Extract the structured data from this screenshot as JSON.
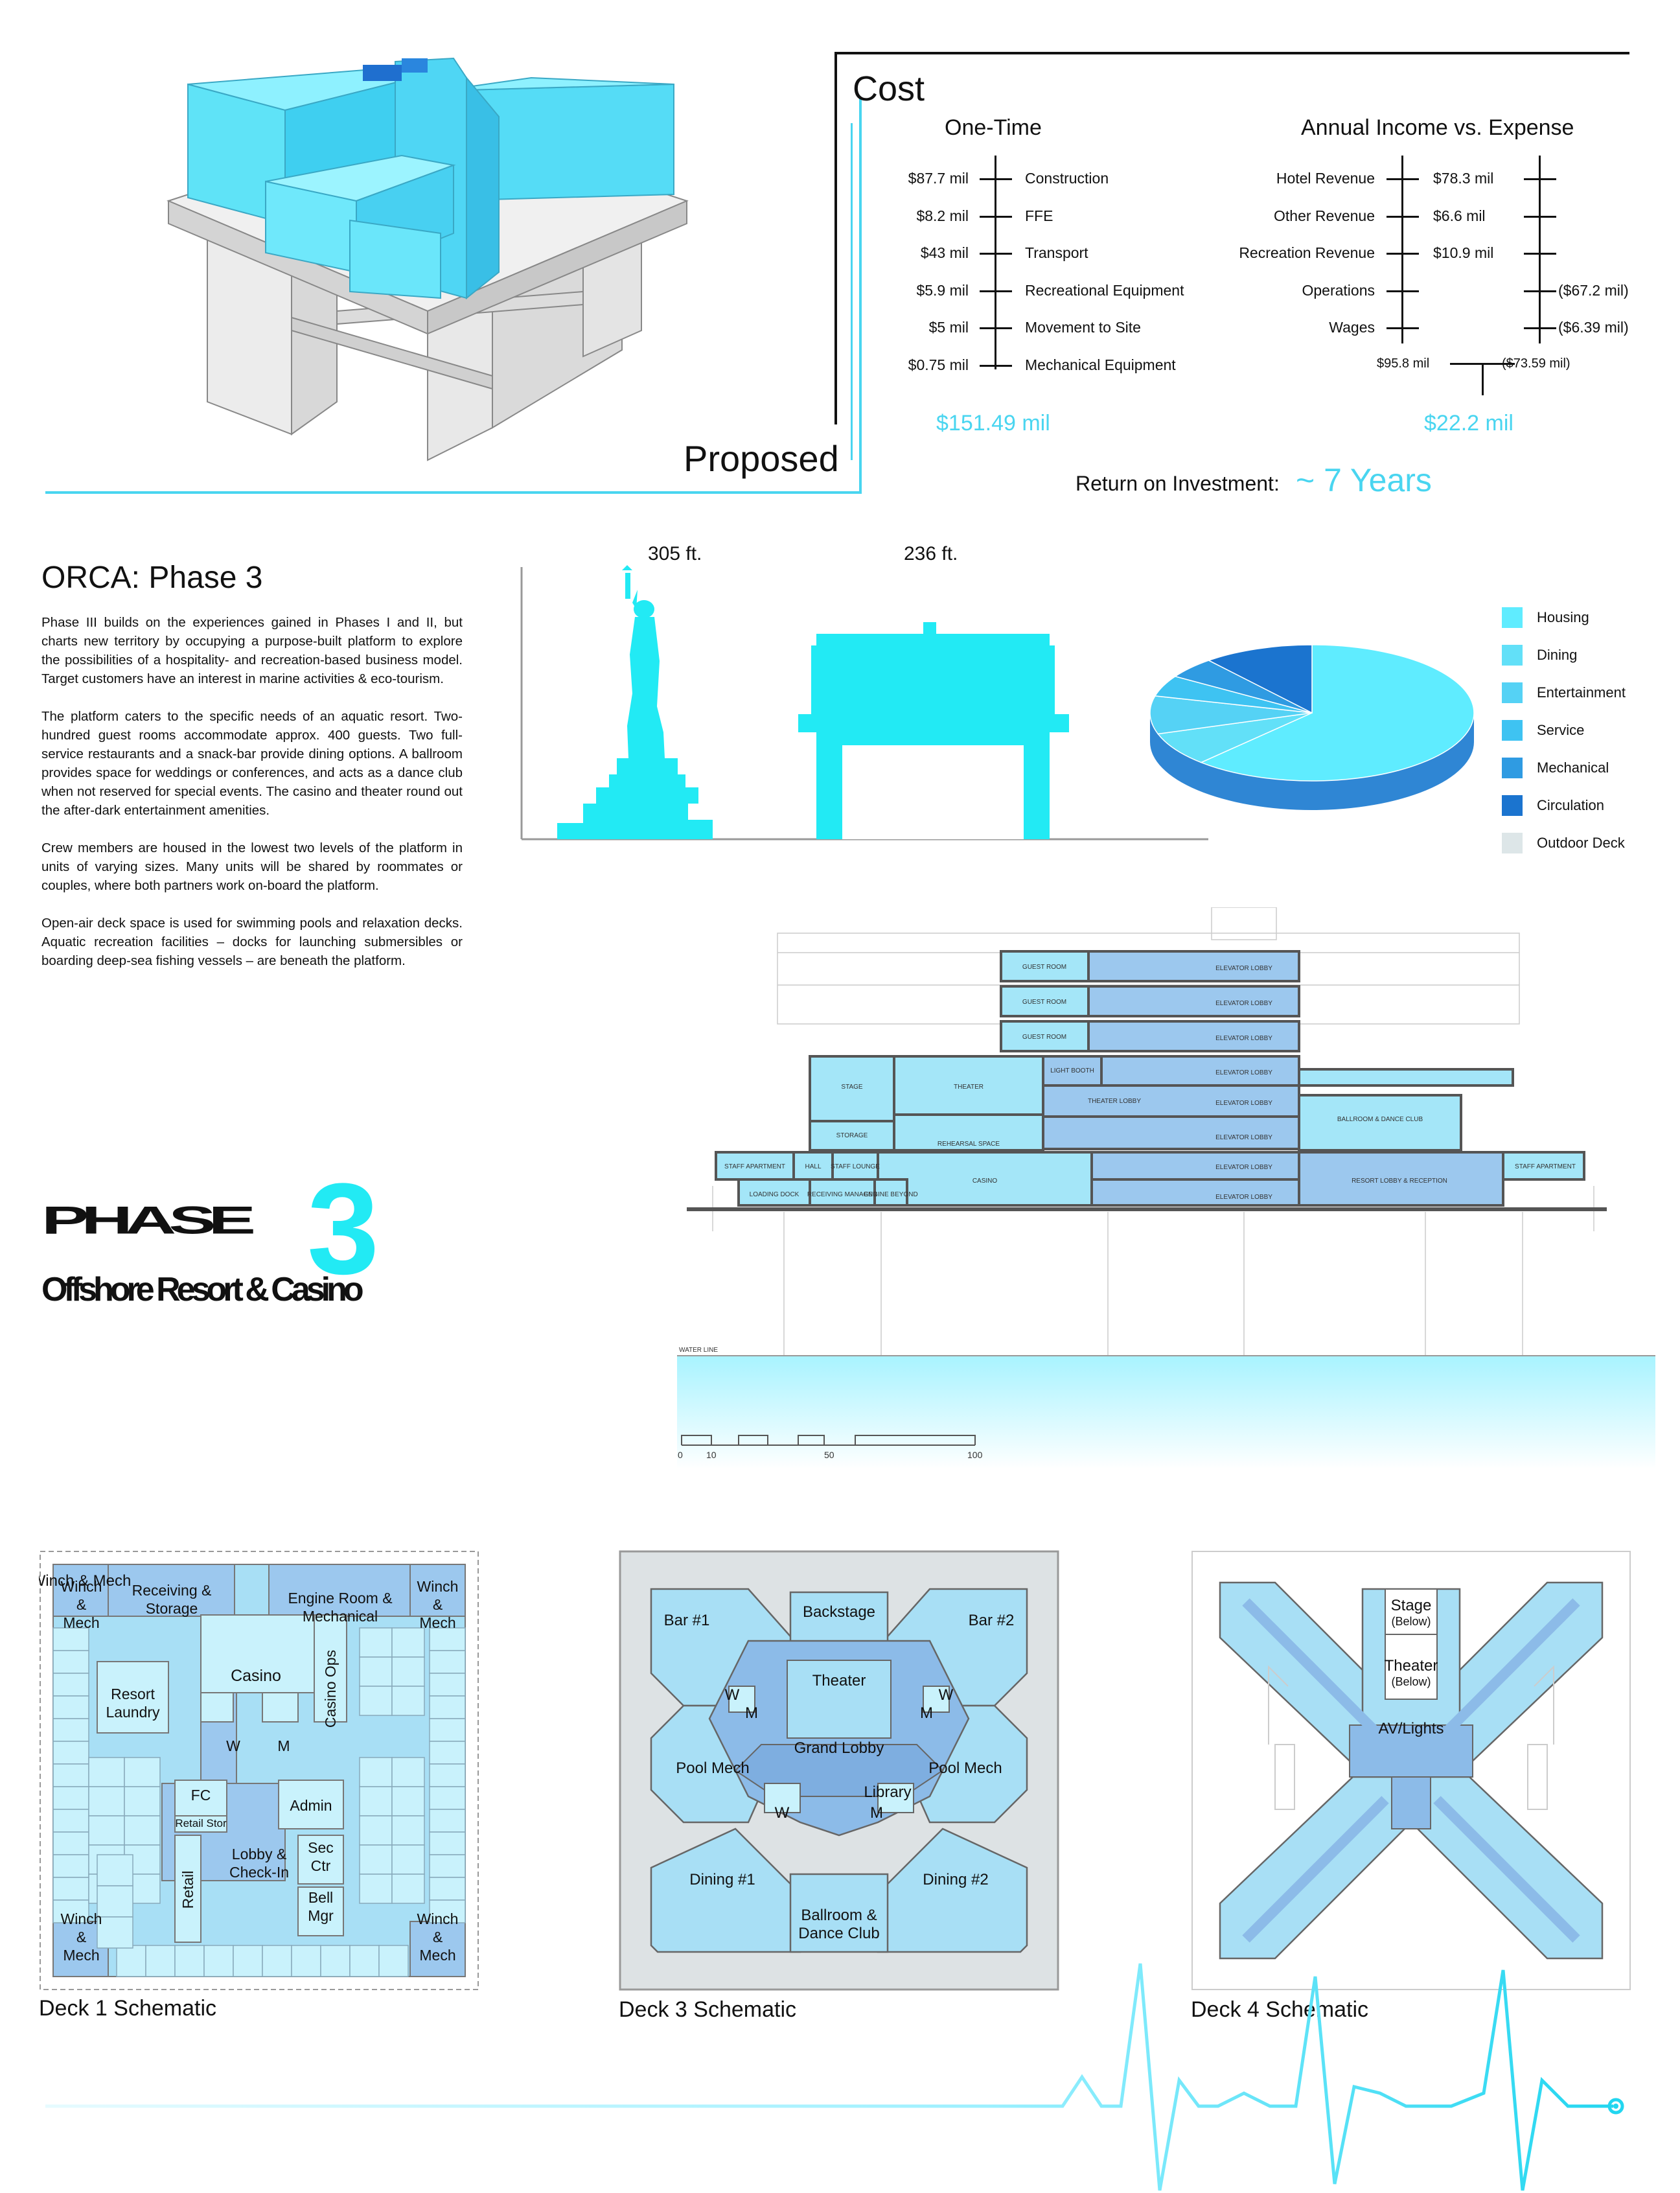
{
  "proposed_label": "Proposed",
  "cost": {
    "title": "Cost",
    "one_time": {
      "heading": "One-Time",
      "rows": [
        {
          "amount": "$87.7 mil",
          "item": "Construction"
        },
        {
          "amount": "$8.2 mil",
          "item": "FFE"
        },
        {
          "amount": "$43 mil",
          "item": "Transport"
        },
        {
          "amount": "$5.9 mil",
          "item": "Recreational Equipment"
        },
        {
          "amount": "$5 mil",
          "item": "Movement to Site"
        },
        {
          "amount": "$0.75 mil",
          "item": "Mechanical Equipment"
        }
      ],
      "total": "$151.49 mil"
    },
    "annual": {
      "heading": "Annual Income vs. Expense",
      "rows": [
        {
          "label": "Hotel Revenue",
          "income": "$78.3 mil",
          "expense": ""
        },
        {
          "label": "Other Revenue",
          "income": "$6.6 mil",
          "expense": ""
        },
        {
          "label": "Recreation Revenue",
          "income": "$10.9 mil",
          "expense": ""
        },
        {
          "label": "Operations",
          "income": "",
          "expense": "($67.2 mil)"
        },
        {
          "label": "Wages",
          "income": "",
          "expense": "($6.39 mil)"
        }
      ],
      "income_total": "$95.8 mil",
      "expense_total": "($73.59 mil)",
      "net": "$22.2 mil"
    },
    "roi_label": "Return on Investment:",
    "roi_value": "~ 7 Years"
  },
  "orca": {
    "title": "ORCA: Phase 3",
    "paragraphs": [
      "Phase III builds on the experiences gained in Phases I and II, but charts new territory by occupying a purpose-built platform to explore the possibilities of a hospitality- and recreation-based business model. Target customers have an interest in marine activities & eco-tourism.",
      "The platform caters to the specific needs of an aquatic resort. Two-hundred guest rooms accommodate approx. 400 guests. Two full-service restaurants and a snack-bar provide dining options. A ballroom provides space for weddings or conferences, and acts as a dance club when not reserved for special events. The casino and theater round out the after-dark entertainment amenities.",
      "Crew members are housed in the lowest two levels of the platform in units of varying sizes. Many units will be shared by roommates or couples, where both partners work on-board the platform.",
      "Open-air deck space is used for swimming pools and relaxation decks. Aquatic recreation facilities – docks for launching submersibles or boarding deep-sea fishing vessels – are beneath the platform."
    ]
  },
  "heights": {
    "statue": "305 ft.",
    "platform": "236 ft."
  },
  "logo": {
    "word": "PHASE",
    "digit": "3",
    "subtitle": "Offshore Resort & Casino"
  },
  "legend": [
    {
      "label": "Housing",
      "color": "#5fecff"
    },
    {
      "label": "Dining",
      "color": "#62e0f8"
    },
    {
      "label": "Entertainment",
      "color": "#55d2f5"
    },
    {
      "label": "Service",
      "color": "#3ec3f2"
    },
    {
      "label": "Mechanical",
      "color": "#2f9be2"
    },
    {
      "label": "Circulation",
      "color": "#1b74cf"
    },
    {
      "label": "Outdoor Deck",
      "color": "#dde6e8"
    }
  ],
  "section": {
    "guest_room": "GUEST ROOM",
    "elevator_lobby": "ELEVATOR LOBBY",
    "light_booth": "LIGHT BOOTH",
    "stage": "STAGE",
    "theater": "THEATER",
    "theater_lobby": "THEATER LOBBY",
    "storage": "STORAGE",
    "rehearsal": "REHEARSAL SPACE",
    "ballroom": "BALLROOM & DANCE CLUB",
    "staff_apartment": "STAFF APARTMENT",
    "hall": "HALL",
    "staff_lounge": "STAFF LOUNGE",
    "loading_dock": "LOADING DOCK",
    "receiving_manager": "RECEIVING MANAGER",
    "engine_beyond": "ENGINE BEYOND",
    "casino": "CASINO",
    "resort_lobby": "RESORT LOBBY & RECEPTION",
    "water_line": "WATER LINE",
    "scale": [
      "0",
      "10",
      "50",
      "100"
    ]
  },
  "deck1": {
    "caption": "Deck 1 Schematic",
    "labels": {
      "winch": "Winch & Mech",
      "receiving": "Receiving & Storage",
      "engine": "Engine Room & Mechanical",
      "laundry": "Resort Laundry",
      "casino": "Casino",
      "casino_ops": "Casino Ops",
      "w": "W",
      "m": "M",
      "fc": "FC",
      "retail_stor": "Retail Stor",
      "admin": "Admin",
      "retail": "Retail",
      "lobby": "Lobby & Check-In",
      "sec": "Sec Ctr",
      "bell": "Bell Mgr"
    }
  },
  "deck3": {
    "caption": "Deck 3 Schematic",
    "labels": {
      "bar1": "Bar #1",
      "bar2": "Bar #2",
      "backstage": "Backstage",
      "theater": "Theater",
      "grand_lobby": "Grand Lobby",
      "pool_mech": "Pool Mech",
      "library": "Library",
      "w": "W",
      "m": "M",
      "dining1": "Dining #1",
      "dining2": "Dining #2",
      "ballroom": "Ballroom & Dance Club"
    }
  },
  "deck4": {
    "caption": "Deck 4 Schematic",
    "labels": {
      "stage": "Stage",
      "theater": "Theater",
      "below": "(Below)",
      "av": "AV/Lights"
    }
  },
  "pie_data": {
    "type": "pie",
    "slices": [
      {
        "label": "Housing",
        "value": 62
      },
      {
        "label": "Dining",
        "value": 8
      },
      {
        "label": "Entertainment",
        "value": 9
      },
      {
        "label": "Service",
        "value": 5
      },
      {
        "label": "Mechanical",
        "value": 5
      },
      {
        "label": "Circulation",
        "value": 11
      }
    ]
  }
}
